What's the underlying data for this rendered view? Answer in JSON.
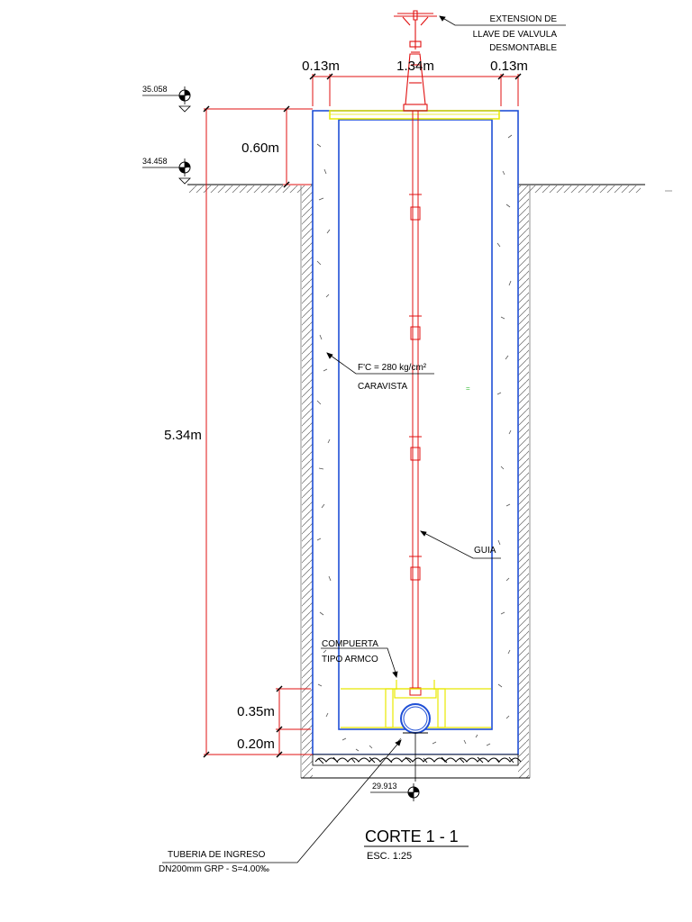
{
  "drawing": {
    "title": "CORTE 1 - 1",
    "scale": "ESC. 1:25",
    "dimensions": {
      "wall_left": "0.13m",
      "inner_width": "1.34m",
      "wall_right": "0.13m",
      "top_to_ground": "0.60m",
      "total_depth": "5.34m",
      "gate_height": "0.35m",
      "base_thickness": "0.20m"
    },
    "levels": {
      "top": "35.058",
      "ground": "34.458",
      "bottom": "29.913"
    },
    "labels": {
      "extension_line1": "EXTENSION DE",
      "extension_line2": "LLAVE DE VALVULA",
      "extension_line3": "DESMONTABLE",
      "concrete_strength": "F'C = 280 kg/cm²",
      "concrete_finish": "CARAVISTA",
      "guide": "GUIA",
      "gate_line1": "COMPUERTA",
      "gate_line2": "TIPO ARMCO",
      "pipe_line1": "TUBERIA DE INGRESO",
      "pipe_line2": "DN200mm GRP - S=4.00‰"
    },
    "colors": {
      "wall": "#1f4fd6",
      "stem": "#e01010",
      "gate": "#e8e800",
      "dim": "#e01010",
      "line": "#000000"
    }
  }
}
